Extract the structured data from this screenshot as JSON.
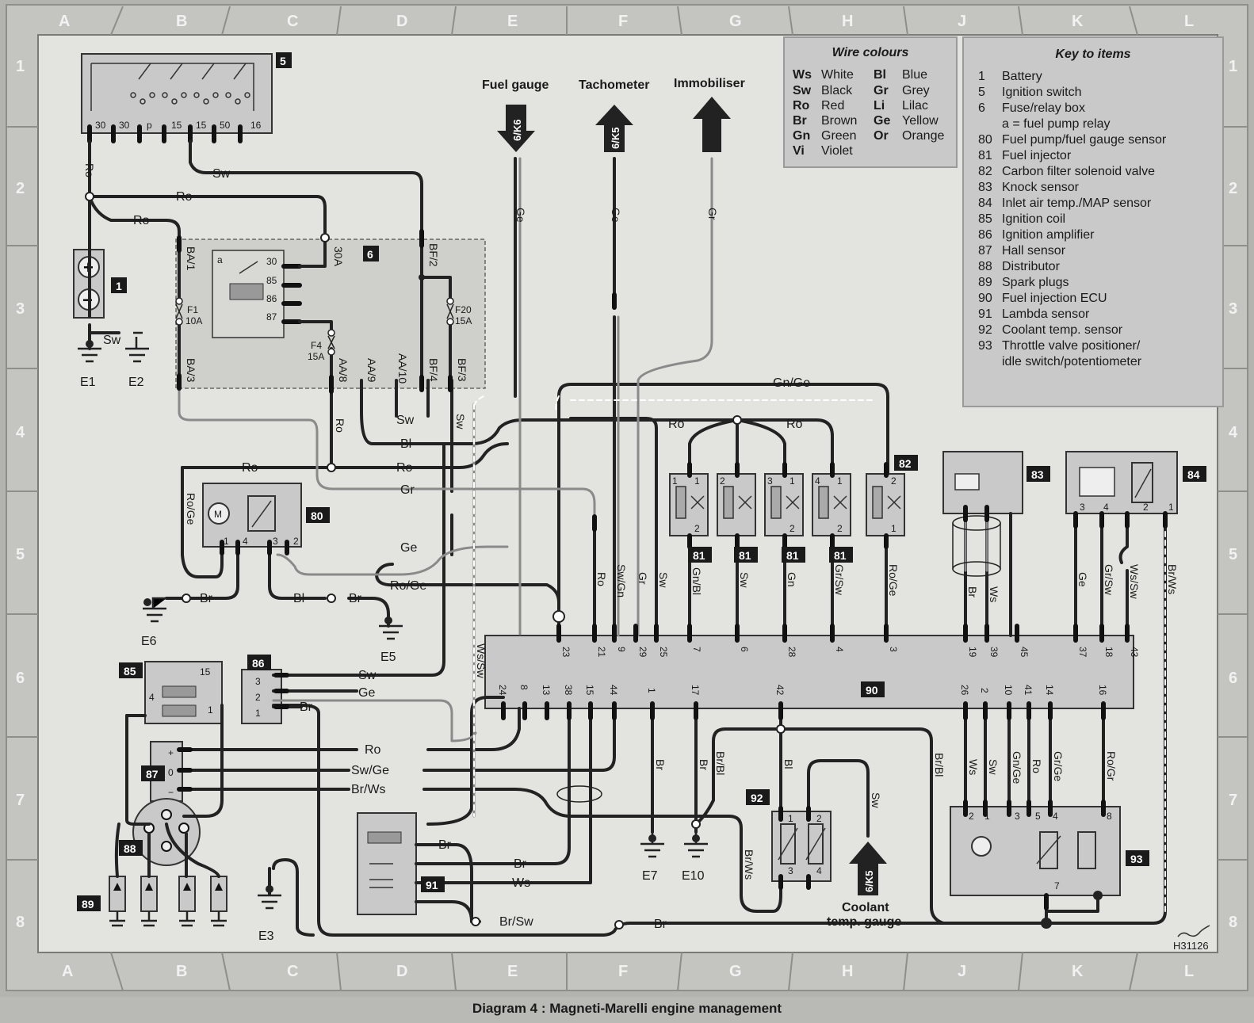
{
  "diagram": {
    "caption": "Diagram 4 : Magneti-Marelli engine management",
    "code": "H31126",
    "grid_columns": [
      "A",
      "B",
      "C",
      "D",
      "E",
      "F",
      "G",
      "H",
      "J",
      "K",
      "L"
    ],
    "grid_rows": [
      "1",
      "2",
      "3",
      "4",
      "5",
      "6",
      "7",
      "8"
    ],
    "colors": {
      "background": "#b9b9b6",
      "panel": "#e3e3e0",
      "wire_dark": "#222222",
      "wire_light": "#8a8a8a",
      "box": "#c9c9c9",
      "badge": "#1a1a1a"
    }
  },
  "wire_colours": {
    "title": "Wire colours",
    "items": [
      {
        "code": "Ws",
        "name": "White"
      },
      {
        "code": "Sw",
        "name": "Black"
      },
      {
        "code": "Ro",
        "name": "Red"
      },
      {
        "code": "Br",
        "name": "Brown"
      },
      {
        "code": "Gn",
        "name": "Green"
      },
      {
        "code": "Vi",
        "name": "Violet"
      },
      {
        "code": "Bl",
        "name": "Blue"
      },
      {
        "code": "Gr",
        "name": "Grey"
      },
      {
        "code": "Li",
        "name": "Lilac"
      },
      {
        "code": "Ge",
        "name": "Yellow"
      },
      {
        "code": "Or",
        "name": "Orange"
      }
    ]
  },
  "key": {
    "title": "Key to items",
    "items": [
      {
        "num": "1",
        "label": "Battery"
      },
      {
        "num": "5",
        "label": "Ignition switch"
      },
      {
        "num": "6",
        "label": "Fuse/relay box"
      },
      {
        "num": "",
        "label": "a = fuel pump relay"
      },
      {
        "num": "80",
        "label": "Fuel pump/fuel gauge sensor"
      },
      {
        "num": "81",
        "label": "Fuel injector"
      },
      {
        "num": "82",
        "label": "Carbon filter solenoid valve"
      },
      {
        "num": "83",
        "label": "Knock sensor"
      },
      {
        "num": "84",
        "label": "Inlet air temp./MAP sensor"
      },
      {
        "num": "85",
        "label": "Ignition coil"
      },
      {
        "num": "86",
        "label": "Ignition amplifier"
      },
      {
        "num": "87",
        "label": "Hall sensor"
      },
      {
        "num": "88",
        "label": "Distributor"
      },
      {
        "num": "89",
        "label": "Spark plugs"
      },
      {
        "num": "90",
        "label": "Fuel injection ECU"
      },
      {
        "num": "91",
        "label": "Lambda sensor"
      },
      {
        "num": "92",
        "label": "Coolant temp. sensor"
      },
      {
        "num": "93",
        "label": "Throttle valve positioner/"
      },
      {
        "num": "",
        "label": "idle switch/potentiometer"
      }
    ]
  },
  "connectors": {
    "fuel_gauge": {
      "title": "Fuel gauge",
      "ref": "6/K6"
    },
    "tachometer": {
      "title": "Tachometer",
      "ref": "6/K5"
    },
    "immobiliser": {
      "title": "Immobiliser"
    },
    "coolant": {
      "title1": "Coolant",
      "title2": "temp. gauge",
      "ref": "6/K5"
    }
  },
  "components": {
    "badges": [
      "5",
      "6",
      "1",
      "80",
      "81",
      "81",
      "81",
      "81",
      "82",
      "83",
      "84",
      "85",
      "86",
      "87",
      "88",
      "89",
      "90",
      "91",
      "92",
      "93"
    ],
    "ignition_pins": [
      "30",
      "30",
      "p",
      "15",
      "15",
      "50",
      "16"
    ],
    "relay_pins": [
      "30",
      "85",
      "86",
      "87"
    ],
    "relay_a": "a",
    "fuses": {
      "f1": "F1",
      "f1a": "10A",
      "f20": "F20",
      "f20a": "15A",
      "f4": "F4",
      "f4a": "15A"
    },
    "fusebox_labels": [
      "BA/1",
      "BA/3",
      "30A",
      "BF/2",
      "AA/8",
      "AA/9",
      "AA/10",
      "BF/4",
      "BF/3"
    ],
    "grounds": [
      "E1",
      "E2",
      "E5",
      "E6",
      "E7",
      "E10",
      "E3"
    ],
    "battery": {
      "plus": "+",
      "minus": "−"
    },
    "pump_m": "M",
    "pump_pins": [
      "1",
      "4",
      "3",
      "2"
    ],
    "coil_pins": [
      "15",
      "4",
      "1"
    ],
    "amp_pins": [
      "3",
      "2",
      "1"
    ],
    "hall_pins": [
      "+",
      "0",
      "−"
    ],
    "injector_pins": [
      "1",
      "1",
      "2",
      "2",
      "3",
      "1",
      "2",
      "4",
      "1",
      "2",
      "2",
      "1"
    ],
    "sensor84_pins": [
      "3",
      "4",
      "2",
      "1"
    ],
    "sensor92_pins": [
      "1",
      "2",
      "3",
      "4"
    ],
    "throttle_pins": [
      "2",
      "1",
      "3",
      "5",
      "4",
      "8",
      "7"
    ],
    "ecu_top_pins": [
      "23",
      "21",
      "9",
      "29",
      "25",
      "7",
      "6",
      "28",
      "4",
      "3",
      "19",
      "39",
      "45",
      "37",
      "18",
      "43"
    ],
    "ecu_bottom_pins": [
      "24",
      "8",
      "13",
      "38",
      "15",
      "44",
      "1",
      "17",
      "42",
      "26",
      "2",
      "10",
      "41",
      "14",
      "16"
    ]
  },
  "wire_labels": {
    "w_ro_switch": "Ro",
    "w_sw_switch": "Sw",
    "w_ro_top1": "Ro",
    "w_ro_top2": "Ro",
    "w_sw_batt": "Sw",
    "w_fuel_ge": "Ge",
    "w_tach_ge": "Ge",
    "w_imm_gr": "Gr",
    "w_gnge": "Gn/Ge",
    "w_ro_inj1": "Ro",
    "w_ro_inj2": "Ro",
    "w_bl": "Bl",
    "w_ro_mid1": "Ro",
    "w_ro_mid2": "Ro",
    "w_gr_mid": "Gr",
    "w_ge_mid": "Ge",
    "w_roge_mid": "Ro/Ge",
    "w_ro_fuse": "Ro",
    "w_sw_aa10": "Sw",
    "w_sw_bf3": "Sw",
    "w_roge_pump": "Ro/Ge",
    "w_br_e6": "Br",
    "w_bl_pump": "Bl",
    "w_br_e5": "Br",
    "w_ecu_ro21": "Ro",
    "w_ecu_swgn": "Sw/Gn",
    "w_ecu_gr29": "Gr",
    "w_ecu_sw25": "Sw",
    "w_ecu_gnbl": "Gn/Bl",
    "w_ecu_sw6": "Sw",
    "w_ecu_gn28": "Gn",
    "w_ecu_grsw4": "Gr/Sw",
    "w_ecu_roge3": "Ro/Ge",
    "w_ecu_br19": "Br",
    "w_ecu_ws39": "Ws",
    "w_ecu_ge37": "Ge",
    "w_ecu_grsw18": "Gr/Sw",
    "w_ecu_wssw43": "Ws/Sw",
    "w_ecu_brws": "Br/Ws",
    "w_wssw_left": "Ws/Sw",
    "w_sw_amp": "Sw",
    "w_ge_amp": "Ge",
    "w_br_amp": "Br",
    "w_ro_hall": "Ro",
    "w_swge_hall": "Sw/Ge",
    "w_brws_hall": "Br/Ws",
    "w_br_e7": "Br",
    "w_br_e10": "Br",
    "w_brbl17": "Br/Bl",
    "w_bl42": "Bl",
    "w_brbl_long": "Br/Bl",
    "w_ws26": "Ws",
    "w_sw2": "Sw",
    "w_gnge10": "Gn/Ge",
    "w_ro41": "Ro",
    "w_grge14": "Gr/Ge",
    "w_rogr16": "Ro/Gr",
    "w_sw_cool": "Sw",
    "w_brws92": "Br/Ws",
    "w_br_lam": "Br",
    "w_br_lam2": "Br",
    "w_ws_lam": "Ws",
    "w_brsw": "Br/Sw",
    "w_br_bottom": "Br"
  }
}
